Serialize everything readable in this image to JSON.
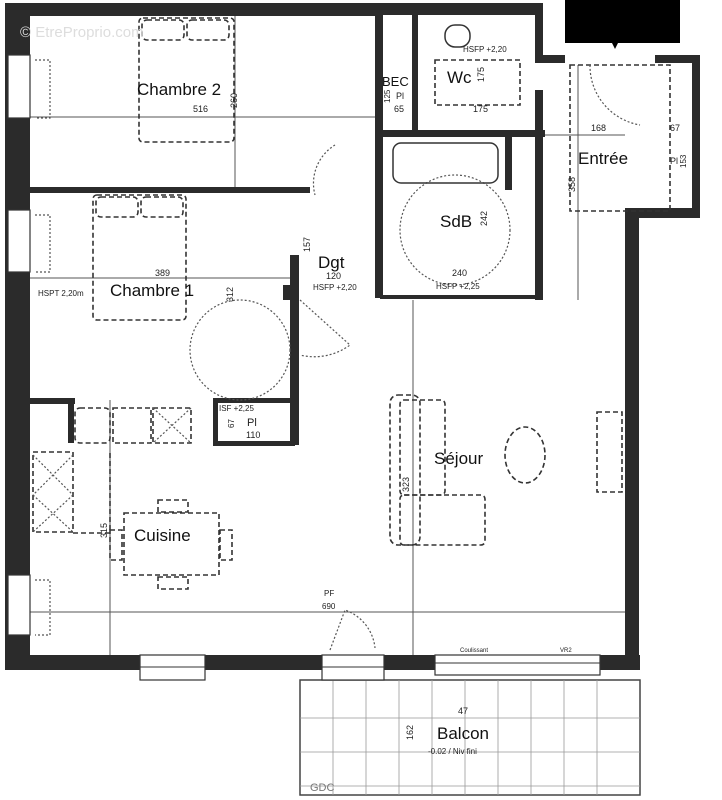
{
  "watermark": "© EtreProprio.com",
  "rooms": {
    "chambre2": {
      "label": "Chambre 2",
      "width": "516",
      "depth": "260"
    },
    "chambre1": {
      "label": "Chambre 1",
      "width": "389",
      "depth": "312",
      "note": "HSPT 2,20m"
    },
    "dgt": {
      "label": "Dgt",
      "width": "120",
      "depth": "157",
      "note": "HSFP +2,20"
    },
    "wc": {
      "label": "Wc",
      "depth": "175",
      "width": "175",
      "note": "HSFP +2,20"
    },
    "bec": {
      "label": "BEC",
      "pl": "Pl",
      "width": "65",
      "depth": "125"
    },
    "sdb": {
      "label": "SdB",
      "width": "240",
      "depth": "242",
      "note": "HSFP +2,25"
    },
    "entree": {
      "label": "Entrée",
      "width": "168",
      "depth": "358"
    },
    "placard_entree": {
      "label": "Pl",
      "width": "67",
      "depth": "153"
    },
    "placard_cuisine": {
      "label": "Pl",
      "width": "110",
      "depth": "67",
      "note": "ISF +2,25"
    },
    "sejour": {
      "label": "Séjour",
      "depth": "323"
    },
    "cuisine": {
      "label": "Cuisine",
      "depth": "315"
    },
    "balcon": {
      "label": "Balcon",
      "width": "47",
      "depth": "162",
      "level": "-0.02 / Niv fini"
    }
  },
  "annotations": {
    "pf": "PF",
    "pf_dim": "690",
    "coulissant": "Coulissant",
    "vr": "VR2",
    "gdc": "GDC"
  }
}
